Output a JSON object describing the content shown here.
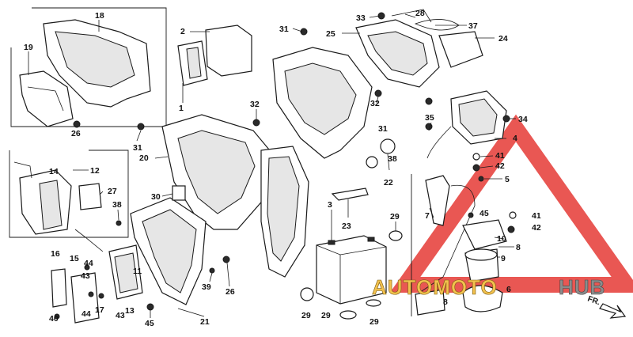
{
  "watermark": {
    "brand_part1": "AUTOMOTO",
    "brand_part2": "HUB",
    "color_triangle": "#e53935",
    "color_part1": "#f2c14e",
    "color_part2": "#8c8c8c"
  },
  "direction_label": "FR.",
  "callouts": {
    "c18": "18",
    "c19": "19",
    "c26a": "26",
    "c2": "2",
    "c1": "1",
    "c31a": "31",
    "c33": "33",
    "c28": "28",
    "c37": "37",
    "c25": "25",
    "c24": "24",
    "c32a": "32",
    "c32b": "32",
    "c31b": "31",
    "c31c": "31",
    "c20": "20",
    "c35": "35",
    "c34": "34",
    "c4": "4",
    "c41a": "41",
    "c42a": "42",
    "c38a": "38",
    "c22": "22",
    "c5": "5",
    "c12": "12",
    "c14": "14",
    "c27": "27",
    "c30": "30",
    "c38b": "38",
    "c16": "16",
    "c15": "15",
    "c44a": "44",
    "c43a": "43",
    "c11": "11",
    "c44b": "44",
    "c17": "17",
    "c43b": "43",
    "c13": "13",
    "c40": "40",
    "c45a": "45",
    "c39": "39",
    "c26b": "26",
    "c21": "21",
    "c3": "3",
    "c23": "23",
    "c29a": "29",
    "c29b": "29",
    "c29c": "29",
    "c29d": "29",
    "c7": "7",
    "c45b": "45",
    "c10": "10",
    "c41b": "41",
    "c42b": "42",
    "c8a": "8",
    "c9": "9",
    "c6": "6",
    "c8b": "8"
  }
}
